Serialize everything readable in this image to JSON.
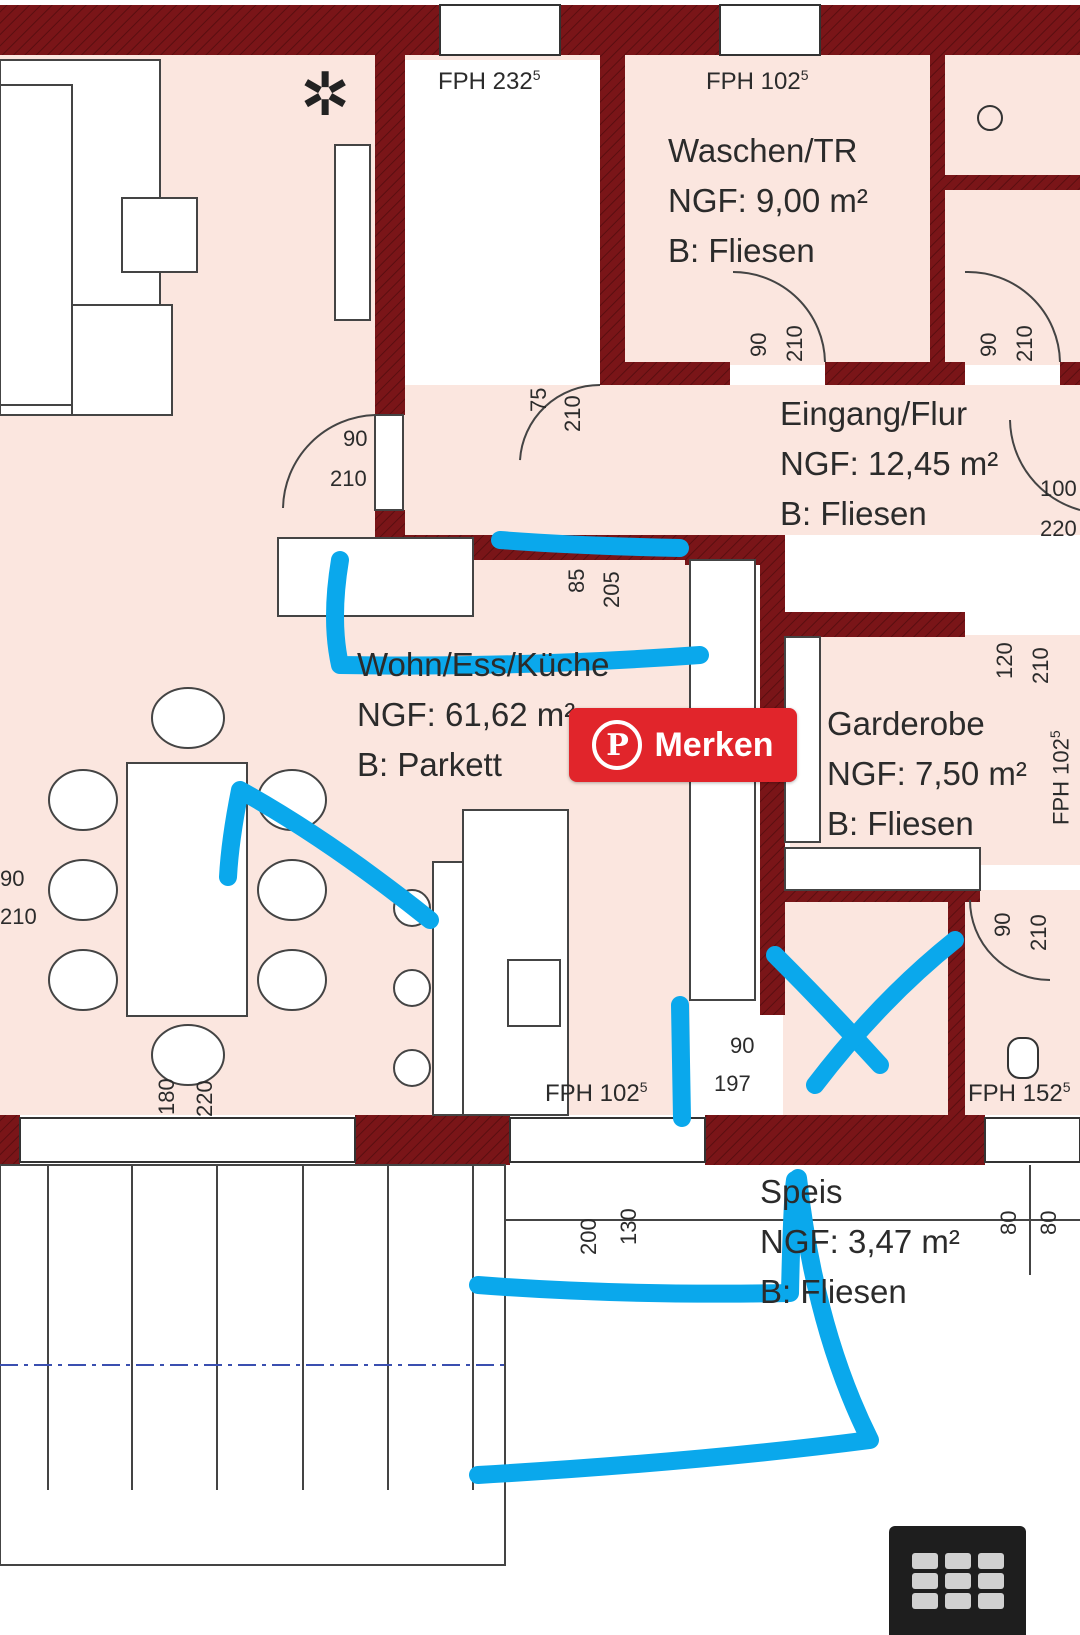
{
  "colors": {
    "wall": "#7a1518",
    "floor": "#fbe6df",
    "annotation": "#0aa8ec",
    "pin_button": "#e1252b"
  },
  "rooms": {
    "wohnen": {
      "name": "Wohn/Ess/Küche",
      "area": "NGF: 61,62 m²",
      "floor": "B: Parkett"
    },
    "waschen": {
      "name": "Waschen/TR",
      "area": "NGF: 9,00 m²",
      "floor": "B: Fliesen"
    },
    "eingang": {
      "name": "Eingang/Flur",
      "area": "NGF: 12,45 m²",
      "floor": "B: Fliesen"
    },
    "garderobe": {
      "name": "Garderobe",
      "area": "NGF: 7,50 m²",
      "floor": "B: Fliesen"
    },
    "speis": {
      "name": "Speis",
      "area": "NGF: 3,47 m²",
      "floor": "B: Fliesen"
    }
  },
  "windows": {
    "fph_232": "FPH 232",
    "fph_232_sup": "5",
    "fph_102_top": "FPH 102",
    "fph_102_top_sup": "5",
    "fph_102_kitchen": "FPH 102",
    "fph_102_kitchen_sup": "5",
    "fph_152": "FPH 152",
    "fph_152_sup": "5",
    "fph_102_garderobe": "FPH 102",
    "fph_102_garderobe_sup": "5"
  },
  "dimensions": {
    "door_wohnen_w": "90",
    "door_wohnen_h": "210",
    "door_ww_w": "90",
    "door_ww_h": "210",
    "door_r_w": "90",
    "door_r_h": "210",
    "door_tr_w": "75",
    "door_tr_h": "210",
    "door_entry_w": "100",
    "door_entry_h": "220",
    "opening_w": "85",
    "opening_h": "205",
    "garderobe_w": "120",
    "garderobe_h": "210",
    "wc_w": "90",
    "wc_h": "210",
    "speis_w": "90",
    "speis_h": "197",
    "terrace_w": "180",
    "terrace_h": "220",
    "kitchen_w": "200",
    "kitchen_h": "130",
    "right_w": "80",
    "right_h": "80",
    "left_w": "90",
    "left_h": "210"
  },
  "pin_button": {
    "label": "Merken",
    "icon": "pinterest-icon"
  },
  "grid_button": {
    "icon": "grid-view-icon"
  }
}
